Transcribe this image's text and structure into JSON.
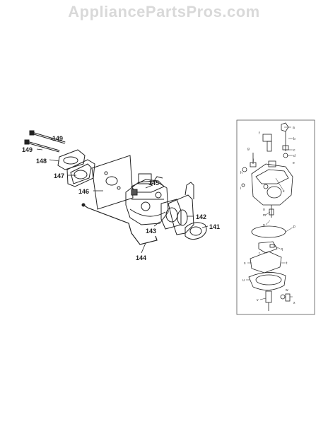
{
  "watermark": "AppliancePartsPros.com",
  "main_callouts": {
    "c149a": "149",
    "c149b": "149",
    "c148": "148",
    "c147": "147",
    "c146": "146",
    "c145": "145",
    "c142": "142",
    "c141": "141",
    "c143": "143",
    "c144": "144"
  },
  "inset_callouts": {
    "a": "a",
    "b": "b",
    "c": "c",
    "d": "d",
    "e": "e",
    "f": "f",
    "g": "g",
    "h": "h",
    "i": "i",
    "j": "j",
    "k": "k",
    "m": "m",
    "n": "n",
    "o": "o",
    "p": "p",
    "q": "q",
    "r": "r",
    "s": "s",
    "t": "t",
    "u": "u",
    "v": "v",
    "w": "w",
    "x": "x"
  }
}
